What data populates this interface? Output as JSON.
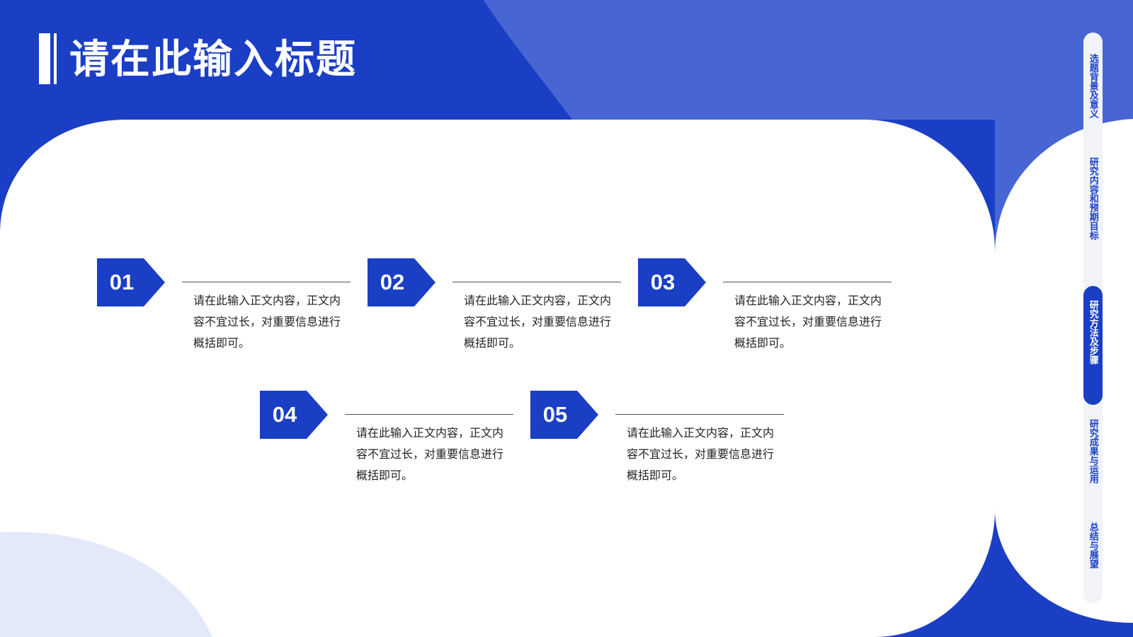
{
  "slide": {
    "title": "请在此输入标题"
  },
  "colors": {
    "primary": "#1a3fc5",
    "secondary": "#4766d3",
    "light": "#e3e9f8",
    "panel": "#ffffff"
  },
  "steps": [
    {
      "number": "01",
      "text": "请在此输入正文内容，正文内容不宜过长，对重要信息进行概括即可。"
    },
    {
      "number": "02",
      "text": "请在此输入正文内容，正文内容不宜过长，对重要信息进行概括即可。"
    },
    {
      "number": "03",
      "text": "请在此输入正文内容，正文内容不宜过长，对重要信息进行概括即可。"
    },
    {
      "number": "04",
      "text": "请在此输入正文内容，正文内容不宜过长，对重要信息进行概括即可。"
    },
    {
      "number": "05",
      "text": "请在此输入正文内容，正文内容不宜过长，对重要信息进行概括即可。"
    }
  ],
  "sidenav": {
    "items": [
      {
        "label": "选题背景及意义",
        "active": false
      },
      {
        "label": "研究内容和预期目标",
        "active": false
      },
      {
        "label": "研究方法及步骤",
        "active": true
      },
      {
        "label": "研究成果与运用",
        "active": false
      },
      {
        "label": "总结与展望",
        "active": false
      }
    ]
  }
}
